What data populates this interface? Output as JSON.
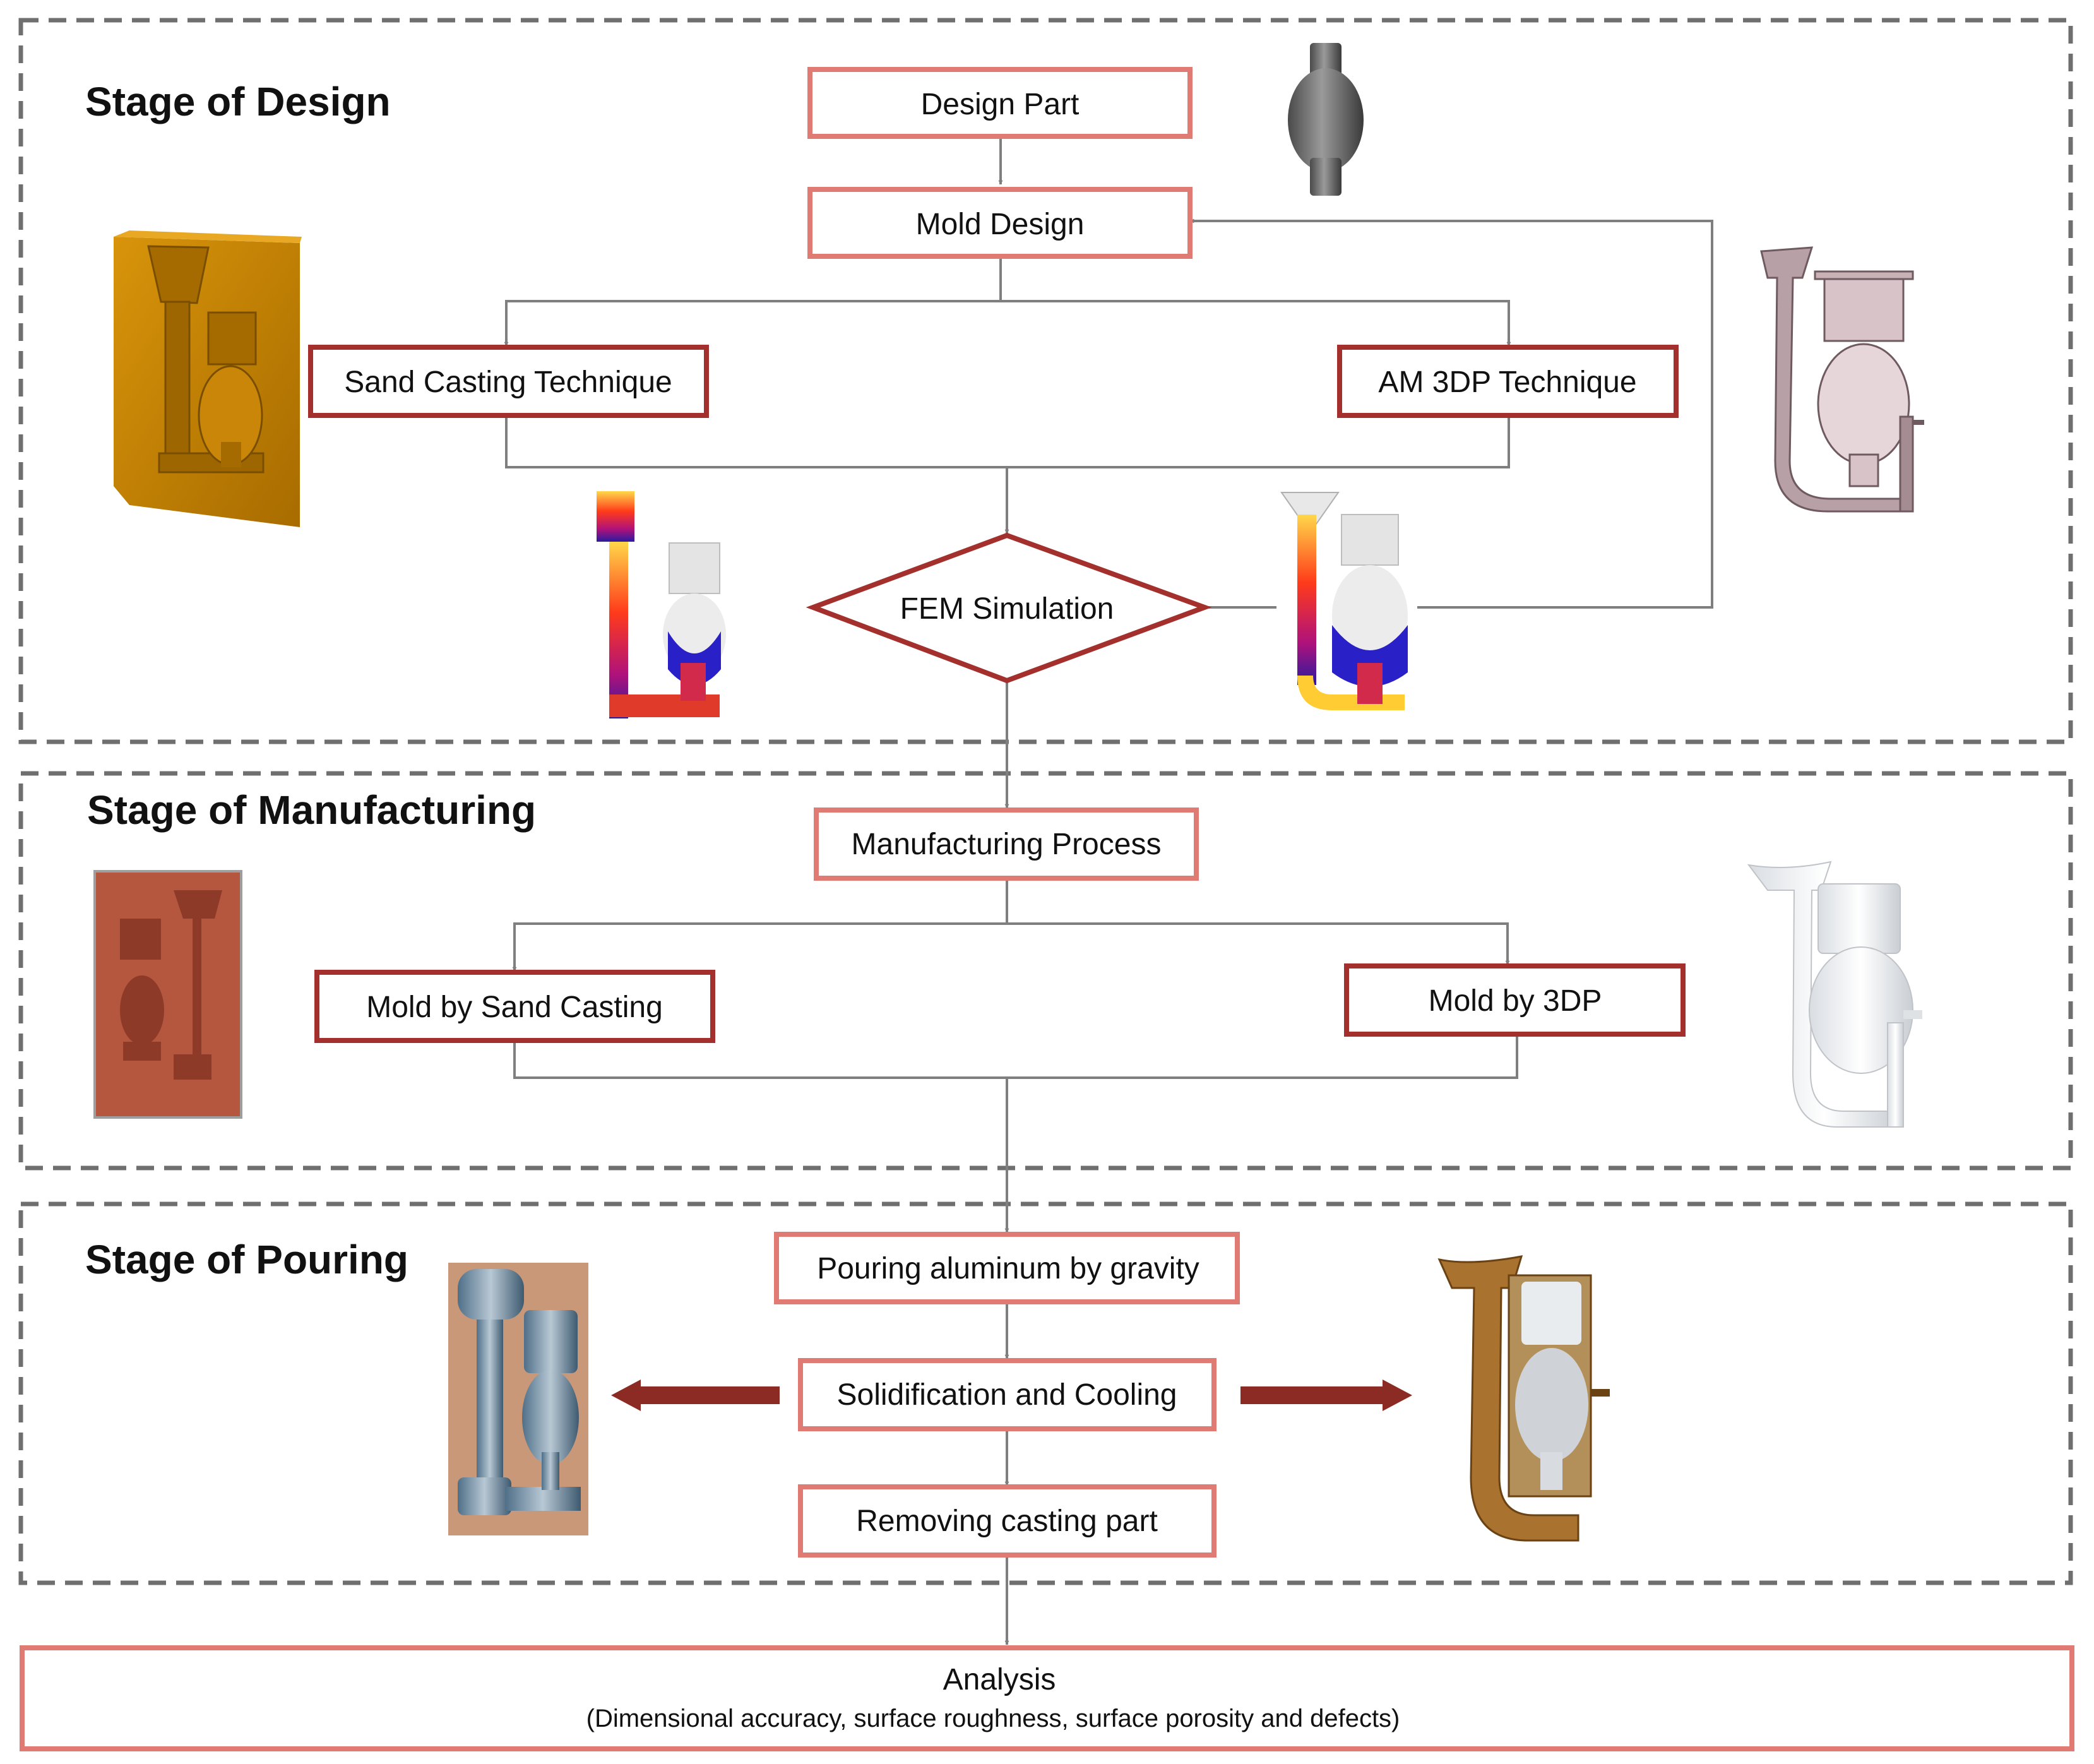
{
  "stages": {
    "design": "Stage of Design",
    "manufacturing": "Stage of Manufacturing",
    "pouring": "Stage of Pouring"
  },
  "nodes": {
    "design_part": "Design Part",
    "mold_design": "Mold Design",
    "sand_casting_technique": "Sand Casting Technique",
    "am_3dp_technique": "AM 3DP Technique",
    "fem_simulation": "FEM Simulation",
    "manufacturing_process": "Manufacturing Process",
    "mold_by_sand_casting": "Mold by Sand Casting",
    "mold_by_3dp": "Mold by 3DP",
    "pouring": "Pouring aluminum by gravity",
    "solidification": "Solidification and Cooling",
    "removing": "Removing casting part",
    "analysis": "Analysis",
    "analysis_detail": "(Dimensional accuracy, surface roughness, surface porosity and defects)"
  },
  "colors": {
    "light_box_border": "#e07b74",
    "dark_box_border": "#a3302c",
    "big_arrow": "#8c2a24",
    "stage_border": "#6f6f6f",
    "connector": "#7f7f7f"
  }
}
